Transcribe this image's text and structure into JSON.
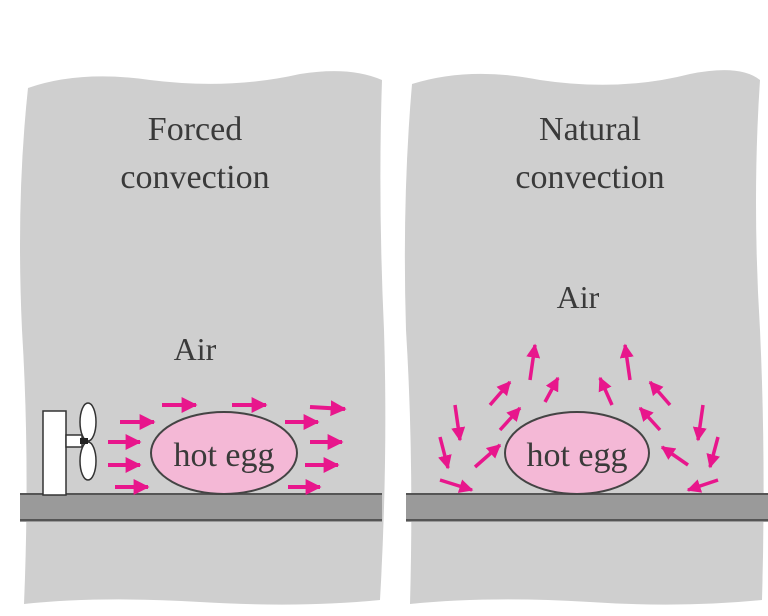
{
  "colors": {
    "background": "#cfcfcf",
    "plate": "#9a9a9a",
    "arrow": "#e8168c",
    "egg": "#f4b8d6",
    "egg_outline": "#444444",
    "text": "#3a3a3a"
  },
  "left_panel": {
    "title_line1": "Forced",
    "title_line2": "convection",
    "air_label": "Air",
    "egg_label": "hot egg",
    "icon": "fan-icon"
  },
  "right_panel": {
    "title_line1": "Natural",
    "title_line2": "convection",
    "air_label": "Air",
    "egg_label": "hot egg"
  }
}
